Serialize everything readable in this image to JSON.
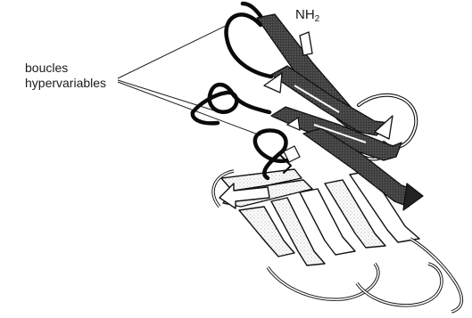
{
  "annotation": {
    "line1": "boucles",
    "line2": "hypervariables"
  },
  "terminus": {
    "base": "NH",
    "subscript": "2"
  }
}
